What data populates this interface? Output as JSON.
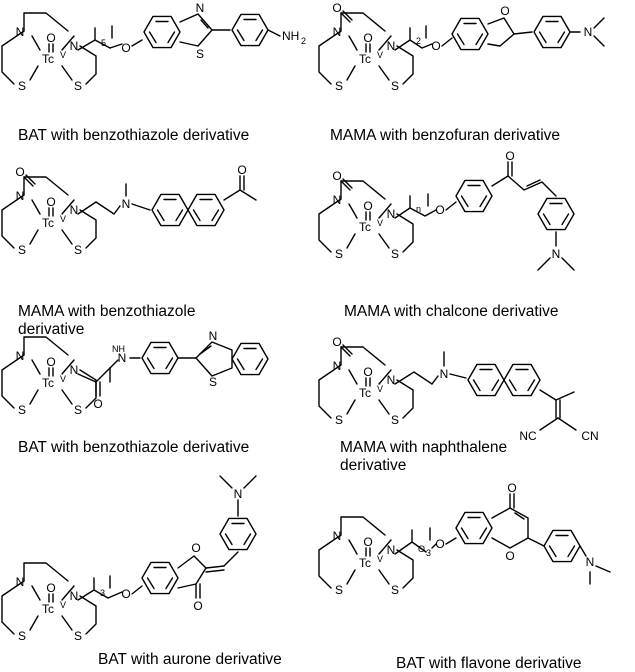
{
  "atoms": {
    "nitrogen": "N",
    "sulfur": "S",
    "oxygen": "O",
    "technetium": "Tc",
    "oxidation_state": "V",
    "amine": "NH",
    "amine_subscript": "2",
    "nitrile": "NC",
    "nitrile_right": "CN"
  },
  "linkers": {
    "five": "5",
    "two": "2",
    "n": "n",
    "three": "3",
    "o3": "O",
    "o3_subscript": "3"
  },
  "panels": [
    {
      "caption": "BAT with benzothiazole derivative"
    },
    {
      "caption": "MAMA with benzofuran derivative"
    },
    {
      "caption": "MAMA with benzothiazole derivative"
    },
    {
      "caption": "MAMA with chalcone derivative"
    },
    {
      "caption": "BAT with benzothiazole derivative"
    },
    {
      "caption": "MAMA with naphthalene derivative"
    },
    {
      "caption": "BAT with aurone derivative"
    },
    {
      "caption": "BAT with flavone derivative"
    }
  ],
  "caption_lines": {
    "p3_line1": "MAMA with benzothiazole",
    "p3_line2": "derivative",
    "p6_line1": "MAMA with naphthalene",
    "p6_line2": "derivative"
  }
}
